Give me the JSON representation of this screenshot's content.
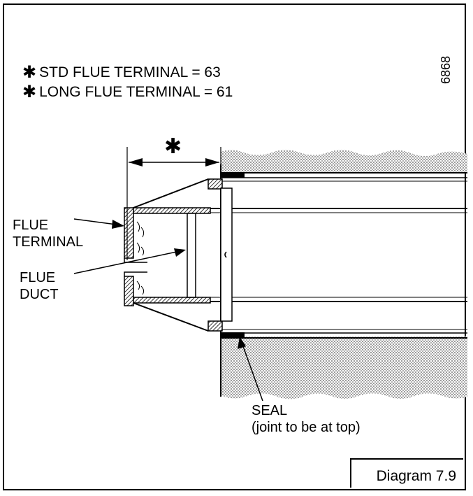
{
  "notes": [
    {
      "symbol": "✱",
      "text": "STD FLUE TERMINAL = 63"
    },
    {
      "symbol": "✱",
      "text": "LONG FLUE TERMINAL = 61"
    }
  ],
  "reference_number": "6868",
  "dimension_symbol": "✱",
  "labels": {
    "flue_terminal_line1": "FLUE",
    "flue_terminal_line2": "TERMINAL",
    "flue_duct_line1": "FLUE",
    "flue_duct_line2": "DUCT",
    "seal_line1": "SEAL",
    "seal_line2": "(joint to be at top)"
  },
  "caption": "Diagram 7.9"
}
